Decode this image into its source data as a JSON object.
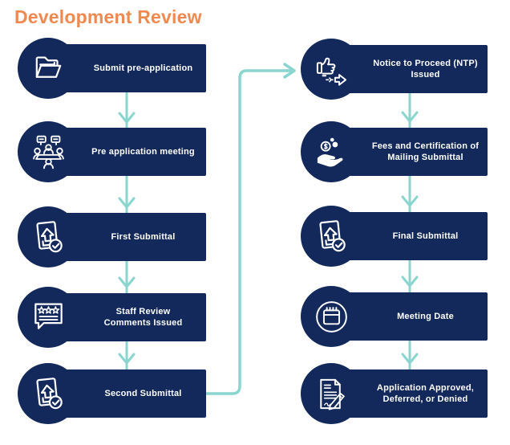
{
  "title": "Development Review",
  "colors": {
    "navy": "#13295B",
    "teal": "#8AD6CF",
    "orange": "#F08950",
    "text": "#FFFFFF"
  },
  "left_column": [
    {
      "label": "Submit pre-application",
      "icon": "folder-icon"
    },
    {
      "label": "Pre application meeting",
      "icon": "meeting-people-icon"
    },
    {
      "label": "First Submittal",
      "icon": "upload-document-icon"
    },
    {
      "label": "Staff Review\nComments Issued",
      "icon": "review-stars-comment-icon"
    },
    {
      "label": "Second Submittal",
      "icon": "upload-document-icon"
    }
  ],
  "right_column": [
    {
      "label": "Notice to Proceed (NTP)\nIssued",
      "icon": "thumbs-up-arrow-icon"
    },
    {
      "label": "Fees and Certification of\nMailing Submittal",
      "icon": "hand-coins-icon"
    },
    {
      "label": "Final Submittal",
      "icon": "upload-document-icon"
    },
    {
      "label": "Meeting Date",
      "icon": "calendar-icon"
    },
    {
      "label": "Application Approved,\nDeferred, or Denied",
      "icon": "document-signature-icon"
    }
  ]
}
